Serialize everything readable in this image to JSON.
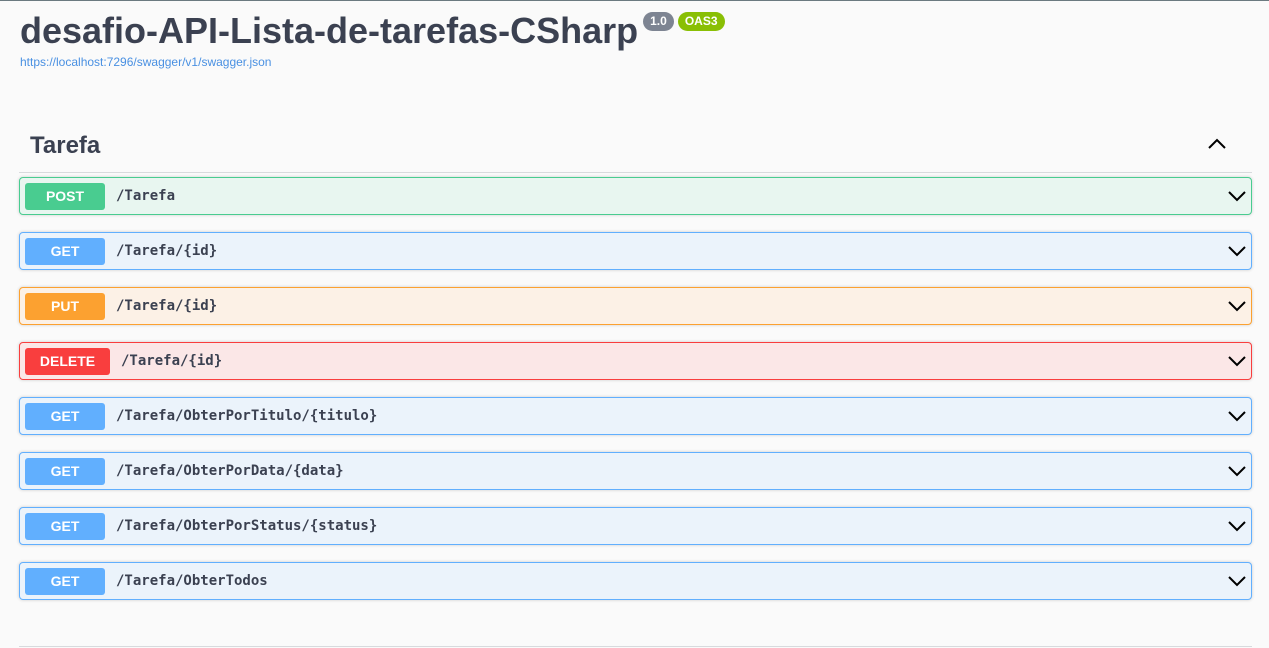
{
  "info": {
    "title": "desafio-API-Lista-de-tarefas-CSharp",
    "version": "1.0",
    "spec_badge": "OAS3",
    "spec_url": "https://localhost:7296/swagger/v1/swagger.json"
  },
  "tag": {
    "name": "Tarefa",
    "toggle_icon": "chevron-up-icon"
  },
  "colors": {
    "post": "#49cc90",
    "get": "#61affe",
    "put": "#fca130",
    "delete": "#f93e3e"
  },
  "operations": [
    {
      "method": "POST",
      "path": "/Tarefa"
    },
    {
      "method": "GET",
      "path": "/Tarefa/{id}"
    },
    {
      "method": "PUT",
      "path": "/Tarefa/{id}"
    },
    {
      "method": "DELETE",
      "path": "/Tarefa/{id}"
    },
    {
      "method": "GET",
      "path": "/Tarefa/ObterPorTitulo/{titulo}"
    },
    {
      "method": "GET",
      "path": "/Tarefa/ObterPorData/{data}"
    },
    {
      "method": "GET",
      "path": "/Tarefa/ObterPorStatus/{status}"
    },
    {
      "method": "GET",
      "path": "/Tarefa/ObterTodos"
    }
  ]
}
